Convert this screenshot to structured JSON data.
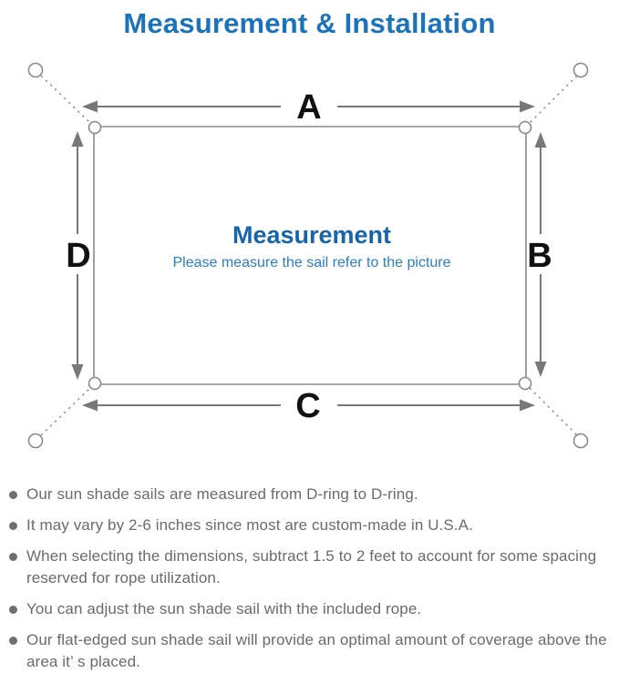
{
  "page": {
    "title": "Measurement & Installation"
  },
  "diagram": {
    "labels": {
      "top": "A",
      "right": "B",
      "bottom": "C",
      "left": "D"
    },
    "center_title": "Measurement",
    "center_subtitle": "Please measure the sail refer to the picture"
  },
  "colors": {
    "title_blue": "#1b74ba",
    "center_title_blue": "#1565ae",
    "center_subtitle_blue": "#2b7ec1",
    "line_gray": "#787878",
    "outline_gray": "#8a8a8a",
    "label_black": "#111111",
    "notes_text_gray": "#6b6b6b"
  },
  "notes": {
    "items": [
      "Our sun shade sails are measured from D-ring to D-ring.",
      "It may vary by 2-6 inches since most are custom-made in U.S.A.",
      "When selecting the dimensions, subtract 1.5 to 2 feet to account for some spacing reserved for rope utilization.",
      "You can adjust the sun shade sail with the included rope.",
      "Our flat-edged sun shade sail will provide an optimal amount of coverage above the area it’ s placed."
    ]
  }
}
